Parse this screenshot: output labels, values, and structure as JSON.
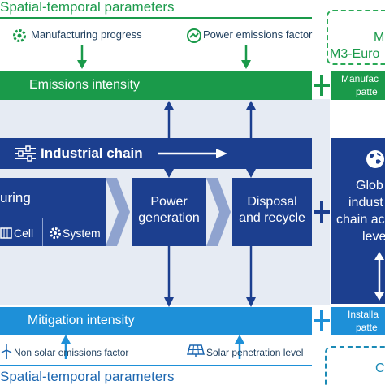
{
  "top": {
    "title": "Spatial-temporal parameters",
    "params": [
      "Manufacturing progress",
      "Power emissions factor"
    ]
  },
  "bottom": {
    "title": "Spatial-temporal parameters",
    "params": [
      "Non solar emissions factor",
      "Solar penetration level"
    ]
  },
  "emissions_bar": "Emissions intensity",
  "mitigation_bar": "Mitigation intensity",
  "industrial_chain": "Industrial chain",
  "stages": {
    "manufacturing": "uring",
    "cell": "Cell",
    "system": "System",
    "power_line1": "Power",
    "power_line2": "generation",
    "disposal_line1": "Disposal",
    "disposal_line2": "and recycle"
  },
  "right": {
    "top_box_line1": "M",
    "top_box_line2": "M3-Euro",
    "manufac_line1": "Manufac",
    "manufac_line2": "patte",
    "global_lines": [
      "Glob",
      "indust",
      "chain ac",
      "leve"
    ],
    "install_line1": "Installa",
    "install_line2": "patte",
    "bottom_box_letter": "C"
  },
  "colors": {
    "green": "#1a9a4a",
    "navy": "#1c3f8f",
    "light_blue": "#1e90d8",
    "bg_panel": "#e6ebf3",
    "dash_green": "#2aa956",
    "dash_teal": "#1b8ab5"
  }
}
